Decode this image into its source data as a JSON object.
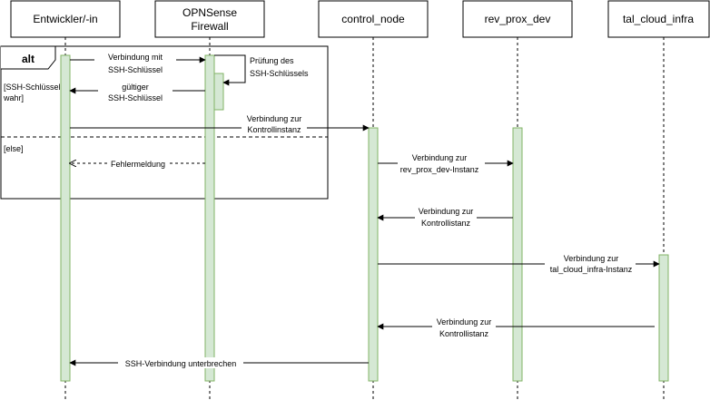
{
  "participants": [
    {
      "id": "dev",
      "label_lines": [
        "Entwickler/-in"
      ]
    },
    {
      "id": "fw",
      "label_lines": [
        "OPNSense",
        "Firewall"
      ]
    },
    {
      "id": "cn",
      "label_lines": [
        "control_node"
      ]
    },
    {
      "id": "rp",
      "label_lines": [
        "rev_prox_dev"
      ]
    },
    {
      "id": "tc",
      "label_lines": [
        "tal_cloud_infra"
      ]
    }
  ],
  "fragment": {
    "operator": "alt",
    "guard_1_lines": [
      "[SSH-Schlüssel =",
      "wahr]"
    ],
    "guard_2_lines": [
      "[else]"
    ]
  },
  "messages": [
    {
      "id": "m1",
      "from": "dev",
      "to": "fw",
      "style": "solid",
      "lines": [
        "Verbindung mit",
        "SSH-Schlüssel"
      ]
    },
    {
      "id": "m2",
      "from": "fw",
      "to": "fw",
      "style": "self",
      "lines": [
        "Prüfung des",
        "SSH-Schlüssels"
      ]
    },
    {
      "id": "m3",
      "from": "fw",
      "to": "dev",
      "style": "solid",
      "lines": [
        "gültiger",
        "SSH-Schlüssel"
      ]
    },
    {
      "id": "m4",
      "from": "dev",
      "to": "cn",
      "style": "solid",
      "lines": [
        "Verbindung zur",
        "Kontrollinstanz"
      ]
    },
    {
      "id": "m5",
      "from": "fw",
      "to": "dev",
      "style": "dashed-open",
      "lines": [
        "Fehlermeldung"
      ]
    },
    {
      "id": "m6",
      "from": "cn",
      "to": "rp",
      "style": "solid",
      "lines": [
        "Verbindung zur",
        "rev_prox_dev-Instanz"
      ]
    },
    {
      "id": "m7",
      "from": "rp",
      "to": "cn",
      "style": "solid",
      "lines": [
        "Verbindung zur",
        "Kontrollistanz"
      ]
    },
    {
      "id": "m8",
      "from": "cn",
      "to": "tc",
      "style": "solid",
      "lines": [
        "Verbindung zur",
        "tal_cloud_infra-Instanz"
      ]
    },
    {
      "id": "m9",
      "from": "tc",
      "to": "cn",
      "style": "solid",
      "lines": [
        "Verbindung zur",
        "Kontrollistanz"
      ]
    },
    {
      "id": "m10",
      "from": "cn",
      "to": "dev",
      "style": "solid",
      "lines": [
        "SSH-Verbindung unterbrechen"
      ]
    }
  ],
  "colors": {
    "activation_fill": "#d5e8d4",
    "activation_stroke": "#82b366",
    "line": "#000000",
    "background": "#ffffff"
  }
}
